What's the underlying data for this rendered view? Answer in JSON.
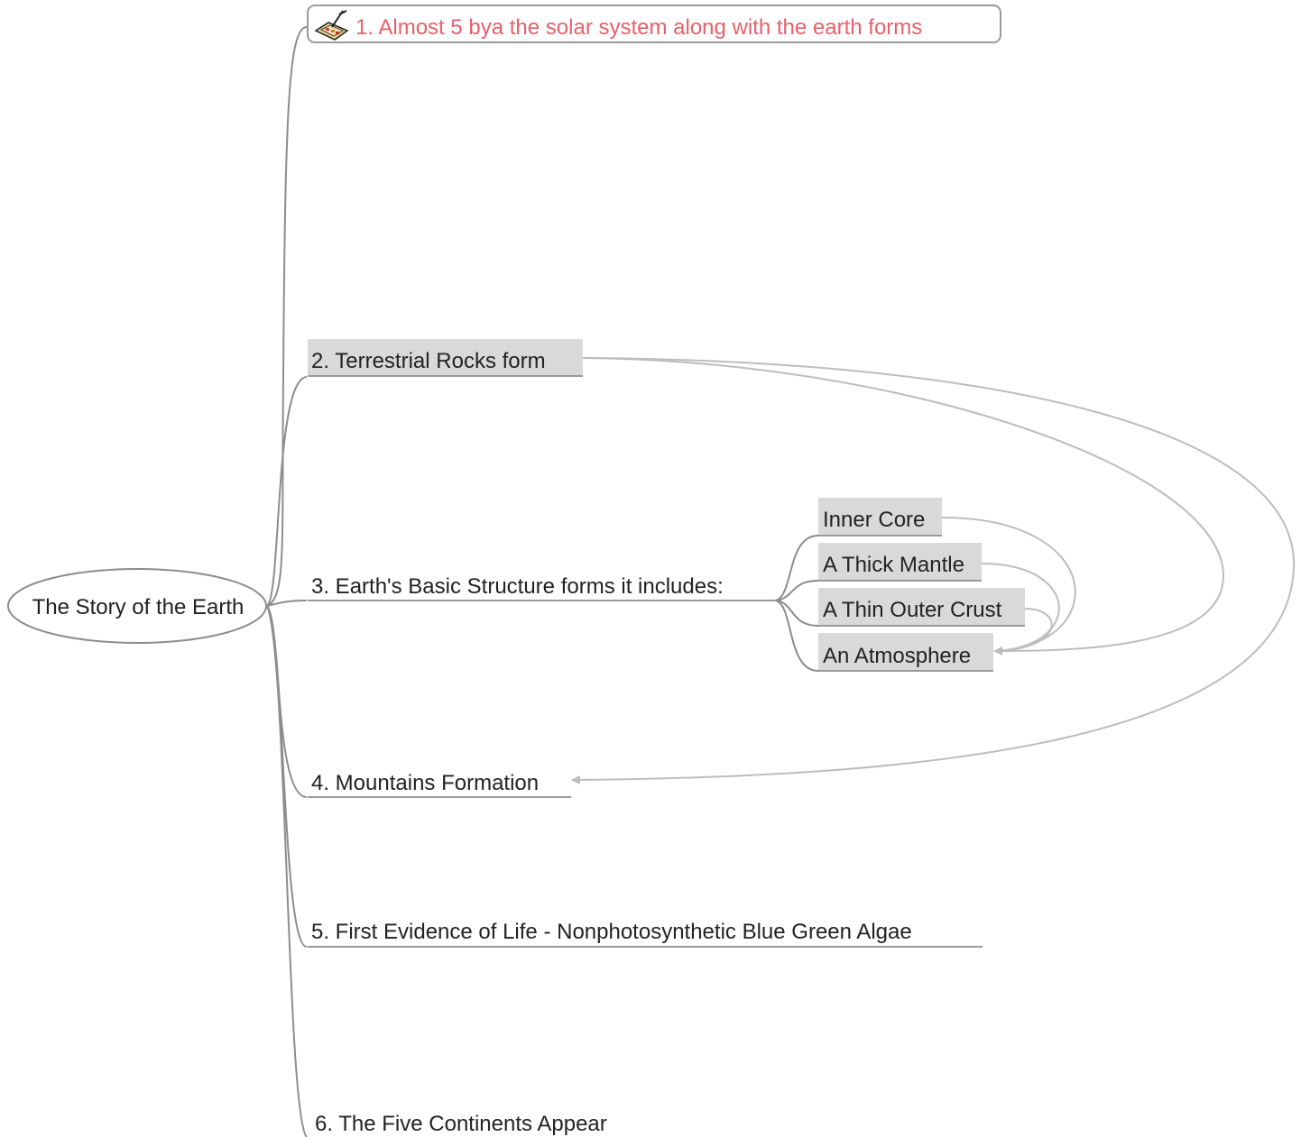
{
  "central_topic": "The Story of the Earth",
  "topics": {
    "t1": "1. Almost 5 bya the solar system along with the earth forms",
    "t2": "2. Terrestrial Rocks form",
    "t3": "3. Earth's Basic Structure forms it includes:",
    "t4": "4. Mountains Formation",
    "t5": "5. First Evidence of Life - Nonphotosynthetic Blue Green Algae",
    "t6": "6. The Five Continents Appear"
  },
  "subtopics": {
    "inner_core": "Inner Core",
    "thick_mantle": "A Thick Mantle",
    "thin_crust": "A Thin Outer Crust",
    "atmosphere": "An Atmosphere"
  },
  "icons": {
    "t1": "paint-palette-icon"
  },
  "relationships": [
    {
      "from": "Inner Core",
      "to": "An Atmosphere"
    },
    {
      "from": "A Thick Mantle",
      "to": "An Atmosphere"
    },
    {
      "from": "A Thin Outer Crust",
      "to": "An Atmosphere"
    },
    {
      "from": "2. Terrestrial Rocks form",
      "to": "An Atmosphere"
    },
    {
      "from": "2. Terrestrial Rocks form",
      "to": "4. Mountains Formation"
    }
  ],
  "colors": {
    "highlight_text": "#e8606a",
    "branch_line": "#8e8c8e",
    "relationship_line": "#bdbdbd",
    "highlight_fill": "#d9d9d9"
  }
}
